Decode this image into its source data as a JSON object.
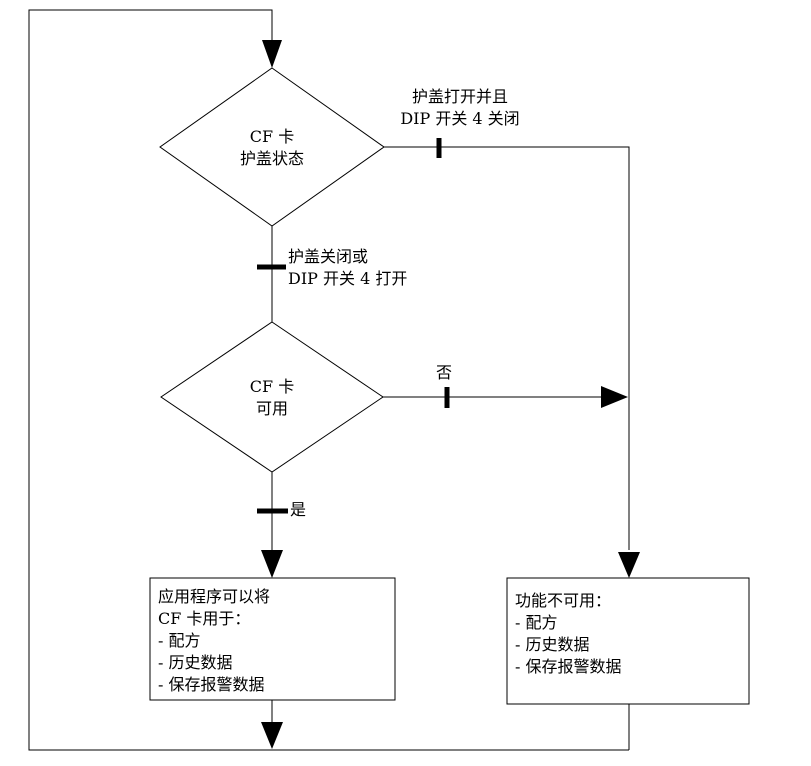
{
  "diagram": {
    "title_hint": "CF card availability flowchart",
    "colors": {
      "line": "#000000",
      "background": "#ffffff",
      "shape_fill": "#ffffff"
    },
    "decision_cover_status": {
      "line1": "CF 卡",
      "line2": "护盖状态"
    },
    "decision_card_available": {
      "line1": "CF 卡",
      "line2": "可用"
    },
    "branch_labels": {
      "cover_open_line1": "护盖打开并且",
      "cover_open_line2": "DIP 开关 4 关闭",
      "cover_closed_line1": "护盖关闭或",
      "cover_closed_line2": "DIP 开关 4 打开",
      "no": "否",
      "yes": "是"
    },
    "result_available_box": {
      "lines": [
        "应用程序可以将",
        "CF 卡用于：",
        "- 配方",
        "- 历史数据",
        "- 保存报警数据"
      ]
    },
    "result_unavailable_box": {
      "lines": [
        "功能不可用：",
        "- 配方",
        "- 历史数据",
        "- 保存报警数据"
      ]
    }
  }
}
